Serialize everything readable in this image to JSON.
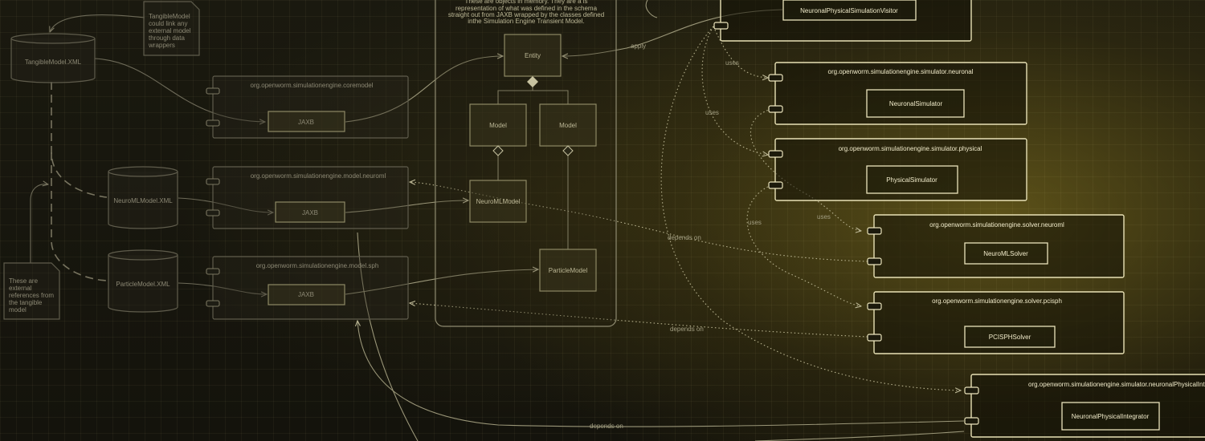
{
  "notes": {
    "tangible": "TangibleModel could link any external model through data wrappers",
    "memory": "These are objects in memory. They are a is representation of what was defined in the schema straight out from JAXB wrapped by the classes defined inthe Simulation Engine Transient Model.",
    "external": "These are external references from the tangible model"
  },
  "datastores": {
    "tangible": "TangibleModel.XML",
    "neuroml": "NeuroMLModel.XML",
    "particle": "ParticleModel.XML"
  },
  "packages": {
    "coremodel": "org.openworm.simulationengine.coremodel",
    "model_neuroml": "org.openworm.simulationengine.model.neuroml",
    "model_sph": "org.openworm.simulationengine.model.sph",
    "simulator_neuronal": "org.openworm.simulationengine.simulator.neuronal",
    "simulator_physical": "org.openworm.simulationengine.simulator.physical",
    "solver_neuroml": "org.openworm.simulationengine.solver.neuroml",
    "solver_pcisph": "org.openworm.simulationengine.solver.pcisph",
    "simulator_integrator": "org.openworm.simulationengine.simulator.neuronalPhysicalIntegrator"
  },
  "components": {
    "jaxb1": "JAXB",
    "jaxb2": "JAXB",
    "jaxb3": "JAXB",
    "visitor": "NeuronalPhysicalSimulationVisitor",
    "neuronal_simulator": "NeuronalSimulator",
    "physical_simulator": "PhysicalSimulator",
    "neuroml_solver": "NeuroMLSolver",
    "pcisph_solver": "PCISPHSolver",
    "integrator": "NeuronalPhysicalIntegrator"
  },
  "classes": {
    "entity": "Entity",
    "model_left": "Model",
    "model_right": "Model",
    "neuroml_model": "NeuroMLModel",
    "particle_model": "ParticleModel"
  },
  "edge_labels": {
    "apply": "apply",
    "uses1": "uses",
    "uses2": "uses",
    "uses3": "uses",
    "uses4": "uses",
    "depends1": "depends on",
    "depends2": "depends on",
    "depends3": "depends on"
  },
  "colors": {
    "background": "#14130c",
    "accent": "#c8b040",
    "bright_stroke": "#e9e2b6",
    "faint_stroke": "#5f5c4c"
  }
}
